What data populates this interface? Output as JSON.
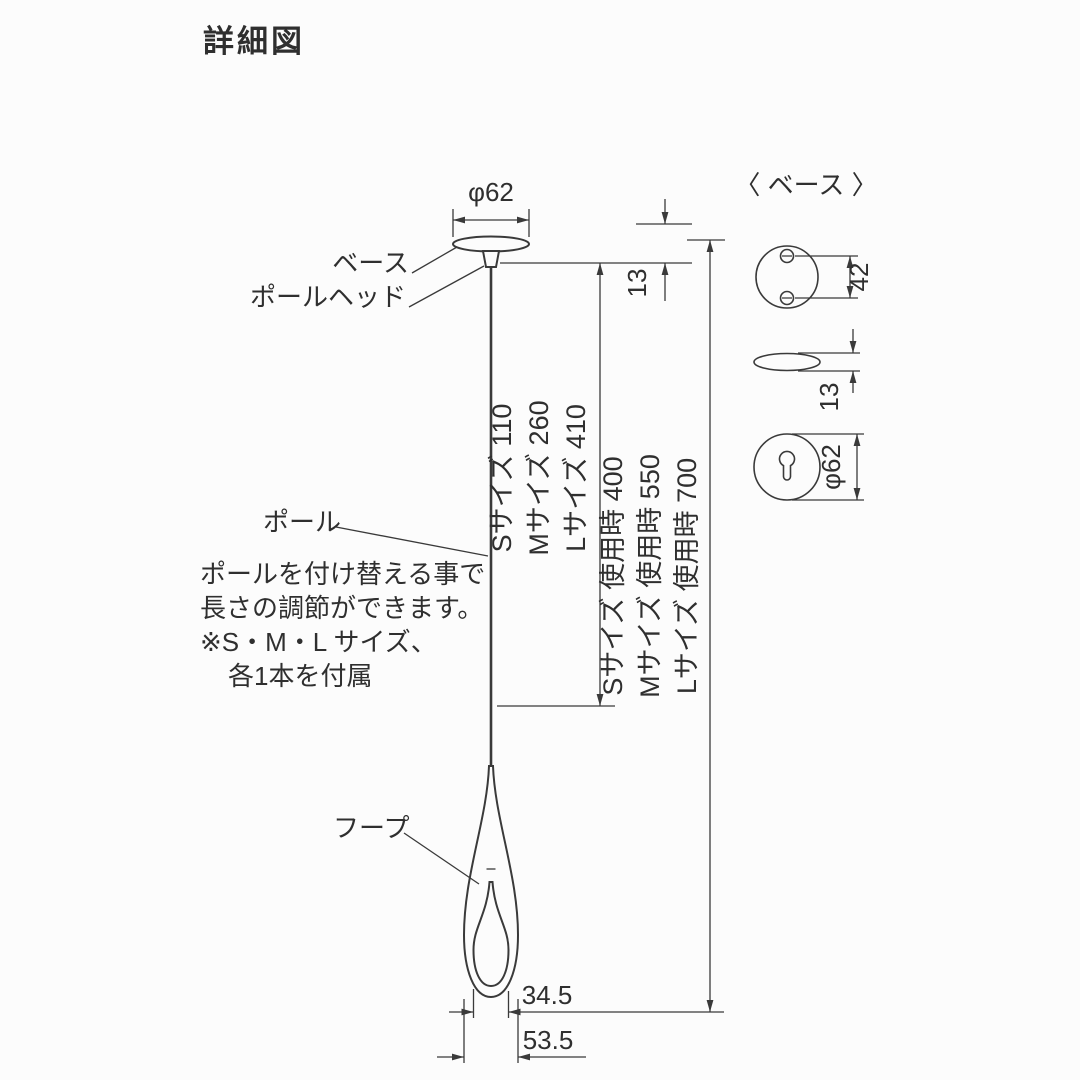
{
  "title": "詳細図",
  "colors": {
    "line": "#3a3a3a",
    "background": "#fcfcfc"
  },
  "main_view": {
    "part_labels": {
      "base": "ベース",
      "pole_head": "ポールヘッド",
      "pole": "ポール",
      "hoop": "フープ"
    },
    "note_lines": [
      "ポールを付け替える事で",
      "長さの調節ができます。",
      "※S・M・L サイズ、",
      "各1本を付属"
    ],
    "dimensions": {
      "base_diameter": "φ62",
      "head_height": "13",
      "pole_lengths": [
        "Sサイズ 110",
        "Mサイズ 260",
        "Lサイズ 410"
      ],
      "overall_lengths": [
        "Sサイズ 使用時 400",
        "Mサイズ 使用時 550",
        "Lサイズ 使用時 700"
      ],
      "hoop_inner_width": "34.5",
      "hoop_outer_width": "53.5"
    }
  },
  "base_detail": {
    "heading": "〈 ベース 〉",
    "dimensions": {
      "screw_pitch": "42",
      "thickness": "13",
      "diameter": "φ62"
    }
  }
}
